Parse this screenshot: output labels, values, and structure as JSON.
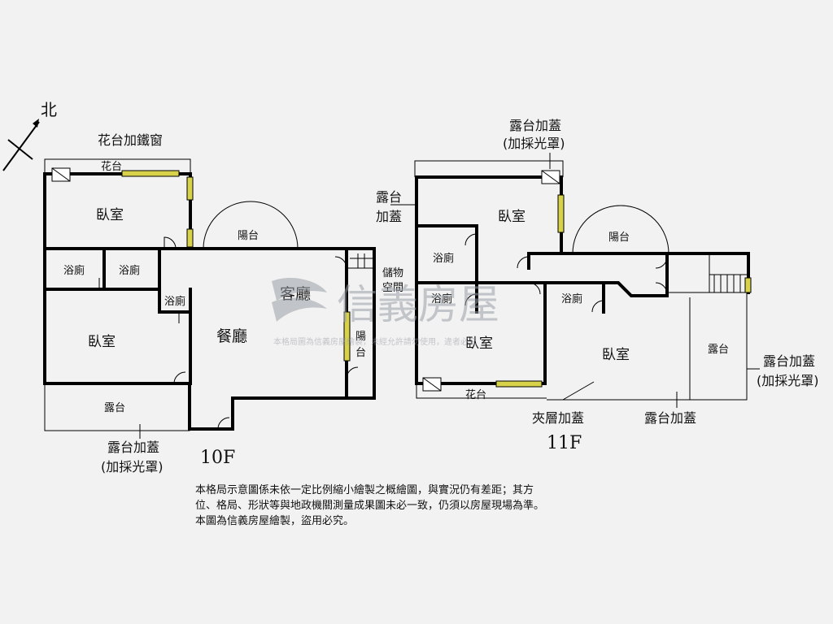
{
  "compass": {
    "north": "北"
  },
  "floor10": {
    "title": "10F",
    "labels": {
      "planter_grille": "花台加鐵窗",
      "planter": "花台",
      "bedroom_top": "臥室",
      "balcony": "陽台",
      "bath_left": "浴廁",
      "bath_mid": "浴廁",
      "bath_small": "浴廁",
      "storage_1": "儲物",
      "storage_2": "空間",
      "living": "客廳",
      "dining": "餐廳",
      "balcony_side_1": "陽",
      "balcony_side_2": "台",
      "bedroom_bottom": "臥室",
      "terrace": "露台",
      "terrace_roof_1": "露台加蓋",
      "terrace_roof_2": "(加採光罩)"
    }
  },
  "floor11": {
    "title": "11F",
    "labels": {
      "terrace_roof_top_1": "露台加蓋",
      "terrace_roof_top_2": "(加採光罩)",
      "terrace_left_1": "露台",
      "terrace_left_2": "加蓋",
      "bedroom_top": "臥室",
      "balcony": "陽台",
      "bath_1": "浴廁",
      "bath_2": "浴廁",
      "bath_3": "浴廁",
      "bedroom_left": "臥室",
      "bedroom_right": "臥室",
      "planter": "花台",
      "terrace_right": "露台",
      "terrace_roof_right_1": "露台加蓋",
      "terrace_roof_right_2": "(加採光罩)",
      "mezzanine": "夾層加蓋",
      "terrace_roof_bottom": "露台加蓋"
    }
  },
  "watermark": {
    "brand": "信義房屋",
    "notice": "本格局圖為信義房屋繪製，未經允許請勿使用，違者必究"
  },
  "disclaimer": {
    "line1": "本格局示意圖係未依一定比例縮小繪製之概繪圖，與實況仍有差距；其方",
    "line2": "位、格局、形狀等與地政機關測量成果圖未必一致，仍須以房屋現場為準。",
    "line3": "本圖為信義房屋繪製，盜用必究。"
  },
  "colors": {
    "wall": "#000000",
    "window": "#d7d24a",
    "watermark": "#9aa0a6",
    "background": "#f3f2f2"
  }
}
